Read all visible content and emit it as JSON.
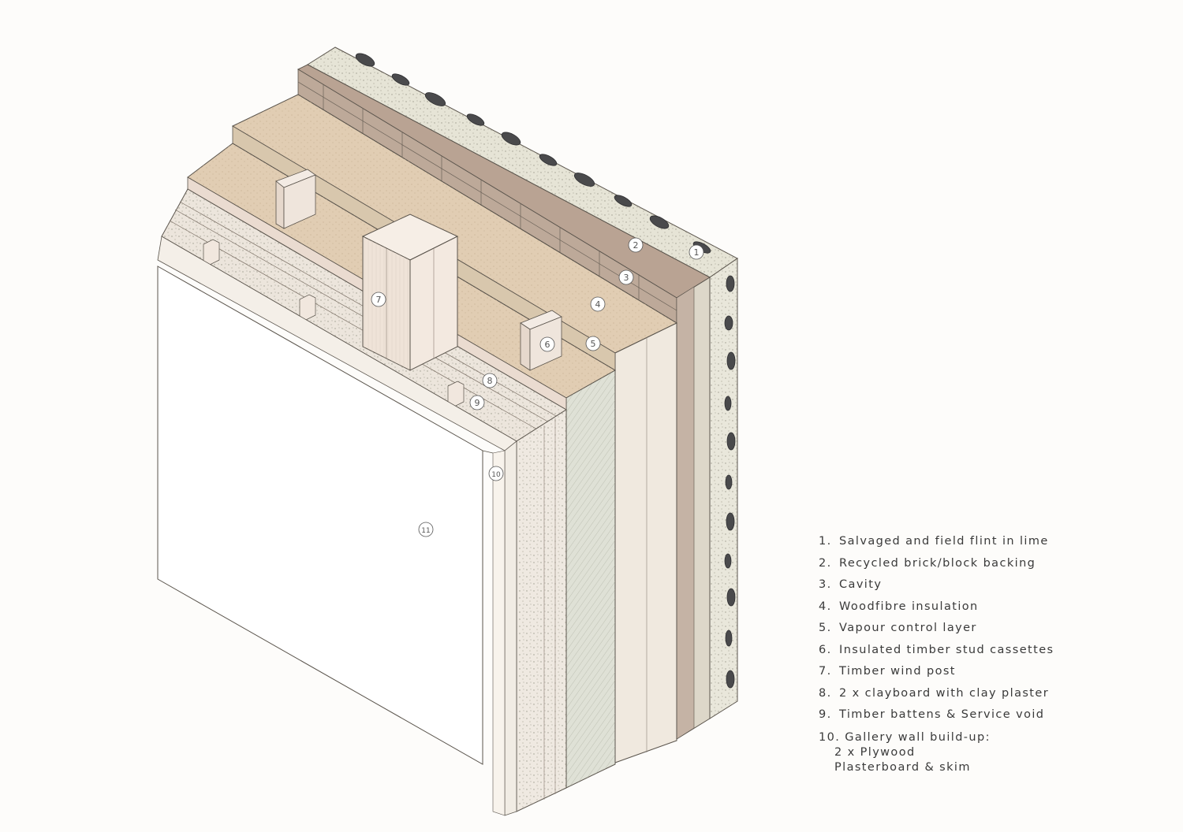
{
  "callouts": {
    "c1": "1",
    "c2": "2",
    "c3": "3",
    "c4": "4",
    "c5": "5",
    "c6": "6",
    "c7": "7",
    "c8": "8",
    "c9": "9",
    "c10": "10",
    "c11": "11"
  },
  "legend": {
    "items": [
      {
        "num": "1.",
        "text": "Salvaged and field flint in lime"
      },
      {
        "num": "2.",
        "text": "Recycled brick/block backing"
      },
      {
        "num": "3.",
        "text": "Cavity"
      },
      {
        "num": "4.",
        "text": "Woodfibre insulation"
      },
      {
        "num": "5.",
        "text": "Vapour control layer"
      },
      {
        "num": "6.",
        "text": "Insulated timber stud cassettes"
      },
      {
        "num": "7.",
        "text": "Timber wind post"
      },
      {
        "num": "8.",
        "text": "2 x clayboard with clay plaster"
      },
      {
        "num": "9.",
        "text": "Timber battens & Service void"
      },
      {
        "num": "10.",
        "text": "Gallery wall build-up:",
        "sub": [
          "2 x Plywood",
          "Plasterboard & skim"
        ]
      }
    ]
  },
  "colors": {
    "flint_render": "#e6e4d6",
    "flint_stone": "#4a4a4c",
    "brick_top": "#b9a393",
    "brick_face": "#ddd7c9",
    "woodfibre": "#e1cdb3",
    "woodfibre_face": "#d8c7ad",
    "timber": "#eadbd0",
    "clay_plaster": "#ece5dc",
    "plasterboard": "#ffffff",
    "outline": "#5a544c"
  }
}
